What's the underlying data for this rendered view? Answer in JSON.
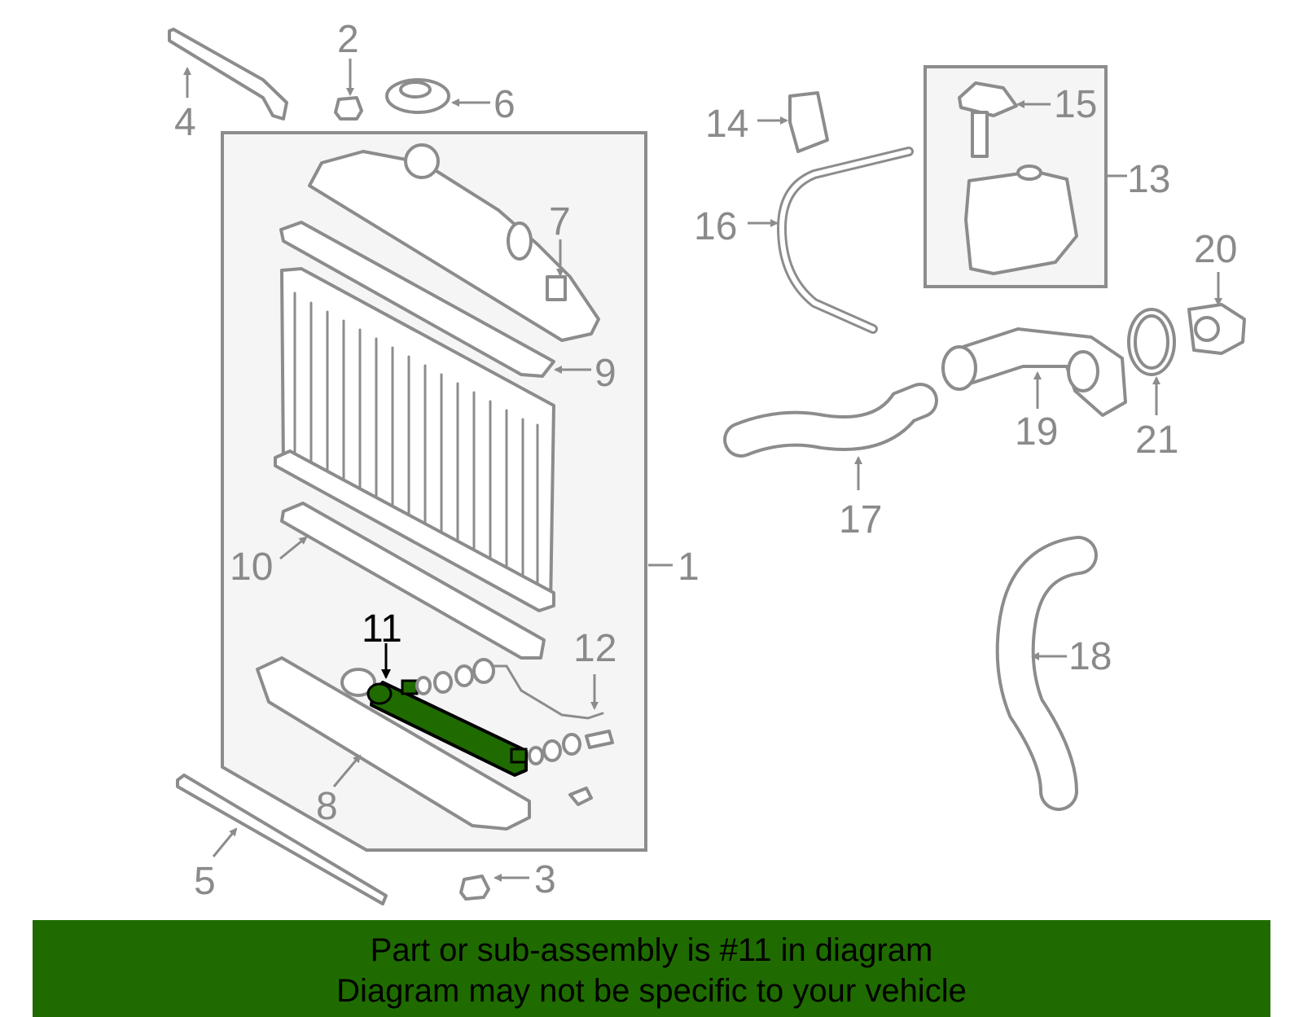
{
  "highlight_color": "#1f6b00",
  "banner": {
    "line1": "Part or sub-assembly is #11 in diagram",
    "line2": "Diagram may not be specific to your vehicle"
  },
  "callouts": {
    "c1": "1",
    "c2": "2",
    "c3": "3",
    "c4": "4",
    "c5": "5",
    "c6": "6",
    "c7": "7",
    "c8": "8",
    "c9": "9",
    "c10": "10",
    "c11": "11",
    "c12": "12",
    "c13": "13",
    "c14": "14",
    "c15": "15",
    "c16": "16",
    "c17": "17",
    "c18": "18",
    "c19": "19",
    "c20": "20",
    "c21": "21"
  }
}
